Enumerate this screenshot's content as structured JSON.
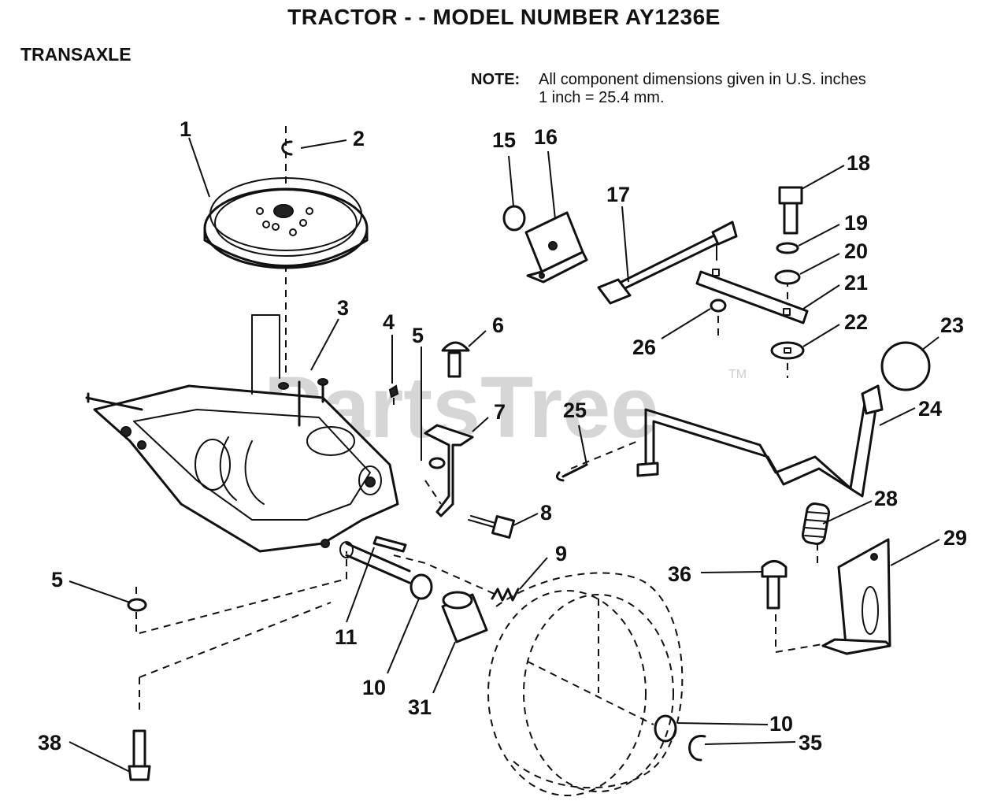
{
  "header": {
    "title": "TRACTOR - - MODEL NUMBER AY1236E",
    "section": "TRANSAXLE"
  },
  "note": {
    "label": "NOTE:",
    "line1": "All component dimensions given in U.S. inches",
    "line2": "1 inch = 25.4 mm."
  },
  "watermark": {
    "text": "PartsTree",
    "tm": "TM"
  },
  "callouts": {
    "c1": "1",
    "c2": "2",
    "c3": "3",
    "c4": "4",
    "c5a": "5",
    "c5b": "5",
    "c6": "6",
    "c7": "7",
    "c8": "8",
    "c9": "9",
    "c10a": "10",
    "c10b": "10",
    "c11": "11",
    "c15": "15",
    "c16": "16",
    "c17": "17",
    "c18": "18",
    "c19": "19",
    "c20": "20",
    "c21": "21",
    "c22": "22",
    "c23": "23",
    "c24": "24",
    "c25": "25",
    "c26": "26",
    "c28": "28",
    "c29": "29",
    "c31": "31",
    "c35": "35",
    "c36": "36",
    "c38": "38"
  }
}
